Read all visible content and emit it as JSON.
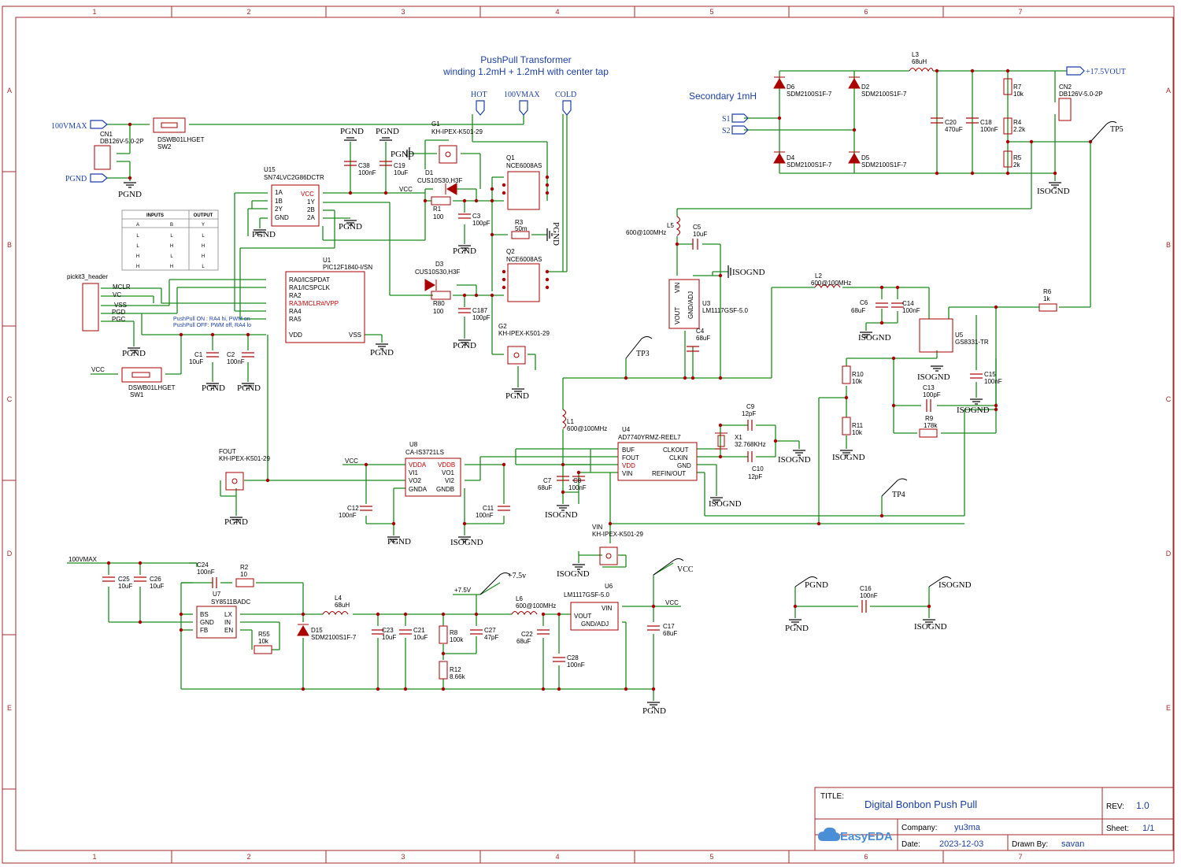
{
  "frame": {
    "columns": [
      "1",
      "2",
      "3",
      "4",
      "5",
      "6",
      "7"
    ],
    "rows": [
      "A",
      "B",
      "C",
      "D",
      "E"
    ]
  },
  "notes": {
    "transformer_title": "PushPull Transformer",
    "transformer_sub": "winding 1.2mH + 1.2mH with center tap",
    "secondary": "Secondary 1mH",
    "pushpull_on": "PushPull ON : RA4 hi, PWM on",
    "pushpull_off": "PushPull OFF: PWM off, RA4 lo"
  },
  "ports": {
    "hot": "HOT",
    "vmax": "100VMAX",
    "cold": "COLD",
    "in_100vmax": "100VMAX",
    "pgnd": "PGND",
    "s1": "S1",
    "s2": "S2",
    "out_17v5": "+17.5VOUT",
    "vcc": "VCC",
    "fout": "FOUT",
    "vin": "VIN"
  },
  "nets": {
    "pgnd": "PGND",
    "isognd": "ISOGND",
    "vcc": "VCC",
    "v7_5": "+7.5V",
    "v7_5b": "+7.5v",
    "vmax": "100VMAX",
    "mclr": "MCLR",
    "vc": "VC",
    "vss": "VSS",
    "pgd": "PGD",
    "pgc": "PGC"
  },
  "truth_table": {
    "header_inputs": "INPUTS",
    "header_output": "OUTPUT",
    "col_a": "A",
    "col_b": "B",
    "col_y": "Y",
    "rows": [
      [
        "L",
        "L",
        "L"
      ],
      [
        "L",
        "H",
        "H"
      ],
      [
        "H",
        "L",
        "H"
      ],
      [
        "H",
        "H",
        "L"
      ]
    ]
  },
  "components": {
    "cn1": {
      "ref": "CN1",
      "part": "DB126V-5.0-2P"
    },
    "sw2": {
      "ref": "SW2",
      "part": "DSWB01LHGET"
    },
    "sw1": {
      "ref": "SW1",
      "part": "DSWB01LHGET"
    },
    "u15": {
      "ref": "U15",
      "part": "SN74LVC2G86DCTR",
      "pins": [
        "1A",
        "1B",
        "2Y",
        "GND",
        "VCC",
        "1Y",
        "2B",
        "2A"
      ]
    },
    "u1": {
      "ref": "U1",
      "part": "PIC12F1840-I/SN",
      "pins": [
        "RA0/ICSPDAT",
        "RA1/ICSPCLK",
        "RA2",
        "RA3/MCLR#/VPP",
        "RA4",
        "RA5",
        "VDD",
        "VSS"
      ]
    },
    "pickit": {
      "ref": "pickit3_header"
    },
    "g1": {
      "ref": "G1",
      "part": "KH-IPEX-K501-29"
    },
    "g2": {
      "ref": "G2",
      "part": "KH-IPEX-K501-29"
    },
    "q1": {
      "ref": "Q1",
      "part": "NCE6008AS"
    },
    "q2": {
      "ref": "Q2",
      "part": "NCE6008AS"
    },
    "d1": {
      "ref": "D1",
      "part": "CUS10S30,H3F"
    },
    "d3": {
      "ref": "D3",
      "part": "CUS10S30,H3F"
    },
    "r1": {
      "ref": "R1",
      "value": "100"
    },
    "r80": {
      "ref": "R80",
      "value": "100"
    },
    "r3": {
      "ref": "R3",
      "value": "50m"
    },
    "c3": {
      "ref": "C3",
      "value": "100pF"
    },
    "c187": {
      "ref": "C187",
      "value": "100pF"
    },
    "c38": {
      "ref": "C38",
      "value": "100nF"
    },
    "c19": {
      "ref": "C19",
      "value": "10uF"
    },
    "c1": {
      "ref": "C1",
      "value": "10uF"
    },
    "c2": {
      "ref": "C2",
      "value": "100nF"
    },
    "d6": {
      "ref": "D6",
      "part": "SDM2100S1F-7"
    },
    "d2": {
      "ref": "D2",
      "part": "SDM2100S1F-7"
    },
    "d4": {
      "ref": "D4",
      "part": "SDM2100S1F-7"
    },
    "d5": {
      "ref": "D5",
      "part": "SDM2100S1F-7"
    },
    "l3": {
      "ref": "L3",
      "value": "68uH"
    },
    "c20": {
      "ref": "C20",
      "value": "470uF"
    },
    "c18": {
      "ref": "C18",
      "value": "100nF"
    },
    "r7": {
      "ref": "R7",
      "value": "10k"
    },
    "r4": {
      "ref": "R4",
      "value": "2.2k"
    },
    "r5": {
      "ref": "R5",
      "value": "2k"
    },
    "cn2": {
      "ref": "CN2",
      "part": "DB126V-5.0-2P"
    },
    "tp5": {
      "ref": "TP5"
    },
    "l5": {
      "ref": "L5",
      "value": "600@100MHz"
    },
    "c5": {
      "ref": "C5",
      "value": "10uF"
    },
    "u3": {
      "ref": "U3",
      "part": "LM1117GSF-5.0",
      "pins": [
        "VIN",
        "VOUT",
        "GND/ADJ"
      ]
    },
    "c4": {
      "ref": "C4",
      "value": "68uF"
    },
    "l2": {
      "ref": "L2",
      "value": "600@100MHz"
    },
    "c6": {
      "ref": "C6",
      "value": "68uF"
    },
    "c14": {
      "ref": "C14",
      "value": "100nF"
    },
    "r6": {
      "ref": "R6",
      "value": "1k"
    },
    "u5": {
      "ref": "U5",
      "part": "GS8331-TR"
    },
    "r10": {
      "ref": "R10",
      "value": "10k"
    },
    "r11": {
      "ref": "R11",
      "value": "10k"
    },
    "c13": {
      "ref": "C13",
      "value": "100pF"
    },
    "r9": {
      "ref": "R9",
      "value": "178k"
    },
    "c15": {
      "ref": "C15",
      "value": "100nF"
    },
    "tp3": {
      "ref": "TP3"
    },
    "tp4": {
      "ref": "TP4"
    },
    "l1": {
      "ref": "L1",
      "value": "600@100MHz"
    },
    "u4": {
      "ref": "U4",
      "part": "AD7740YRMZ-REEL7",
      "pins": [
        "BUF",
        "FOUT",
        "VDD",
        "VIN",
        "CLKOUT",
        "CLKIN",
        "GND",
        "REFIN/OUT"
      ]
    },
    "c9": {
      "ref": "C9",
      "value": "12pF"
    },
    "c10": {
      "ref": "C10",
      "value": "12pF"
    },
    "x1": {
      "ref": "X1",
      "value": "32.768KHz"
    },
    "c7": {
      "ref": "C7",
      "value": "68uF"
    },
    "c8": {
      "ref": "C8",
      "value": "100nF"
    },
    "u8": {
      "ref": "U8",
      "part": "CA-IS3721LS",
      "pins": [
        "VDDA",
        "VI1",
        "VO2",
        "GNDA",
        "VDDB",
        "VO1",
        "VI2",
        "GNDB"
      ]
    },
    "c12": {
      "ref": "C12",
      "value": "100nF"
    },
    "c11": {
      "ref": "C11",
      "value": "100nF"
    },
    "fout_conn": {
      "ref": "FOUT",
      "part": "KH-IPEX-K501-29"
    },
    "vin_conn": {
      "ref": "VIN",
      "part": "KH-IPEX-K501-29"
    },
    "c25": {
      "ref": "C25",
      "value": "10uF"
    },
    "c26": {
      "ref": "C26",
      "value": "10uF"
    },
    "c24": {
      "ref": "C24",
      "value": "100nF"
    },
    "r2": {
      "ref": "R2",
      "value": "10"
    },
    "u7": {
      "ref": "U7",
      "part": "SY8511BADC",
      "pins": [
        "BS",
        "GND",
        "FB",
        "LX",
        "IN",
        "EN"
      ]
    },
    "r55": {
      "ref": "R55",
      "value": "10k"
    },
    "d15": {
      "ref": "D15",
      "part": "SDM2100S1F-7"
    },
    "l4": {
      "ref": "L4",
      "value": "68uH"
    },
    "c23": {
      "ref": "C23",
      "value": "10uF"
    },
    "c21": {
      "ref": "C21",
      "value": "10uF"
    },
    "r8": {
      "ref": "R8",
      "value": "100k"
    },
    "r12": {
      "ref": "R12",
      "value": "8.66k"
    },
    "c27": {
      "ref": "C27",
      "value": "47pF"
    },
    "l6": {
      "ref": "L6",
      "value": "600@100MHz"
    },
    "c22": {
      "ref": "C22",
      "value": "68uF"
    },
    "c28": {
      "ref": "C28",
      "value": "100nF"
    },
    "u6": {
      "ref": "U6",
      "part": "LM1117GSF-5.0",
      "pins": [
        "VOUT",
        "GND/ADJ",
        "VIN"
      ]
    },
    "c17": {
      "ref": "C17",
      "value": "68uF"
    },
    "c16": {
      "ref": "C16",
      "value": "100nF"
    }
  },
  "title_block": {
    "title_label": "TITLE:",
    "title": "Digital Bonbon Push Pull",
    "rev_label": "REV:",
    "rev": "1.0",
    "company_label": "Company:",
    "company": "yu3ma",
    "sheet_label": "Sheet:",
    "sheet": "1/1",
    "date_label": "Date:",
    "date": "2023-12-03",
    "drawn_label": "Drawn By:",
    "drawn": "savan",
    "logo_text": "EasyEDA"
  }
}
